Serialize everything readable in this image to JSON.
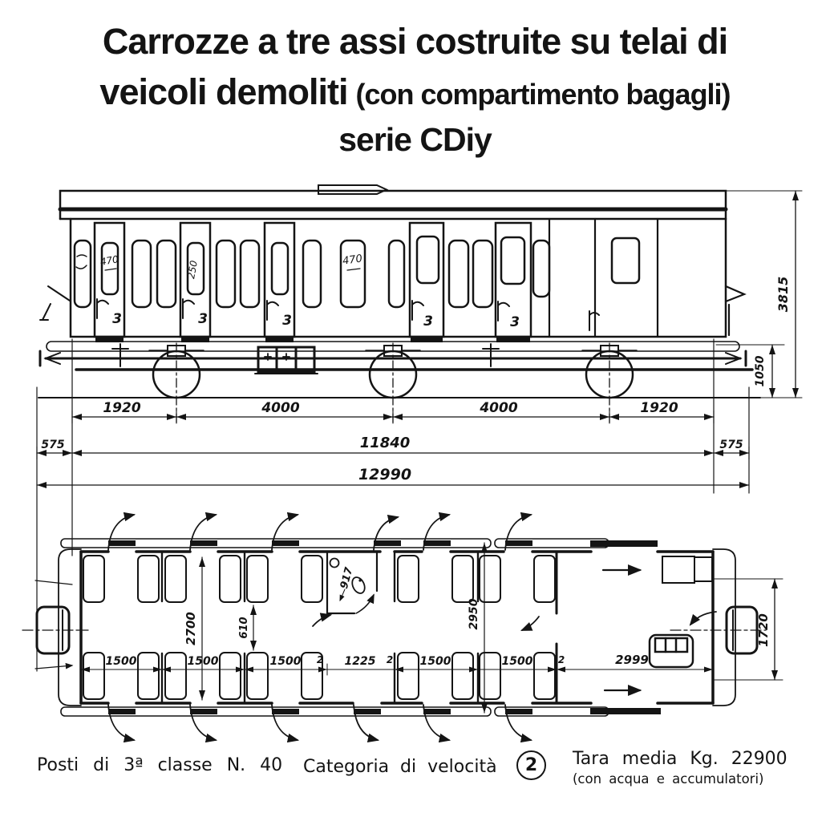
{
  "title": {
    "line1": "Carrozze a tre assi costruite su telai di",
    "line2_main": "veicoli demoliti",
    "line2_paren": "(con compartimento bagagli)",
    "line3": "serie CDiy"
  },
  "drawing": {
    "elevation": {
      "door_class": "3",
      "window_notes": [
        "470",
        "250",
        "470"
      ],
      "dims": {
        "axle1": "1920",
        "axle2": "4000",
        "axle3": "4000",
        "axle4": "1920",
        "overhang_left": "575",
        "frame_length": "11840",
        "overhang_right": "575",
        "total_length": "12990",
        "height": "3815",
        "frame_to_rail": "1050"
      }
    },
    "plan": {
      "dims": {
        "interior_width": "2700",
        "seat_gap": "610",
        "toilet": "917",
        "bay1": "1500",
        "bay2": "1500",
        "bay3": "1500",
        "vestibule": "1225",
        "bay4": "1500",
        "bay5": "1500",
        "baggage": "2999",
        "wall1": "2",
        "wall2": "2",
        "wall3": "2",
        "compartment": "2950",
        "end_width": "1720"
      }
    }
  },
  "footer": {
    "seats": "Posti di 3ª classe N. 40",
    "category_label": "Categoria di velocità",
    "category_value": "2",
    "tara": "Tara media Kg. 22900",
    "tara_note": "(con acqua e accumulatori)"
  }
}
